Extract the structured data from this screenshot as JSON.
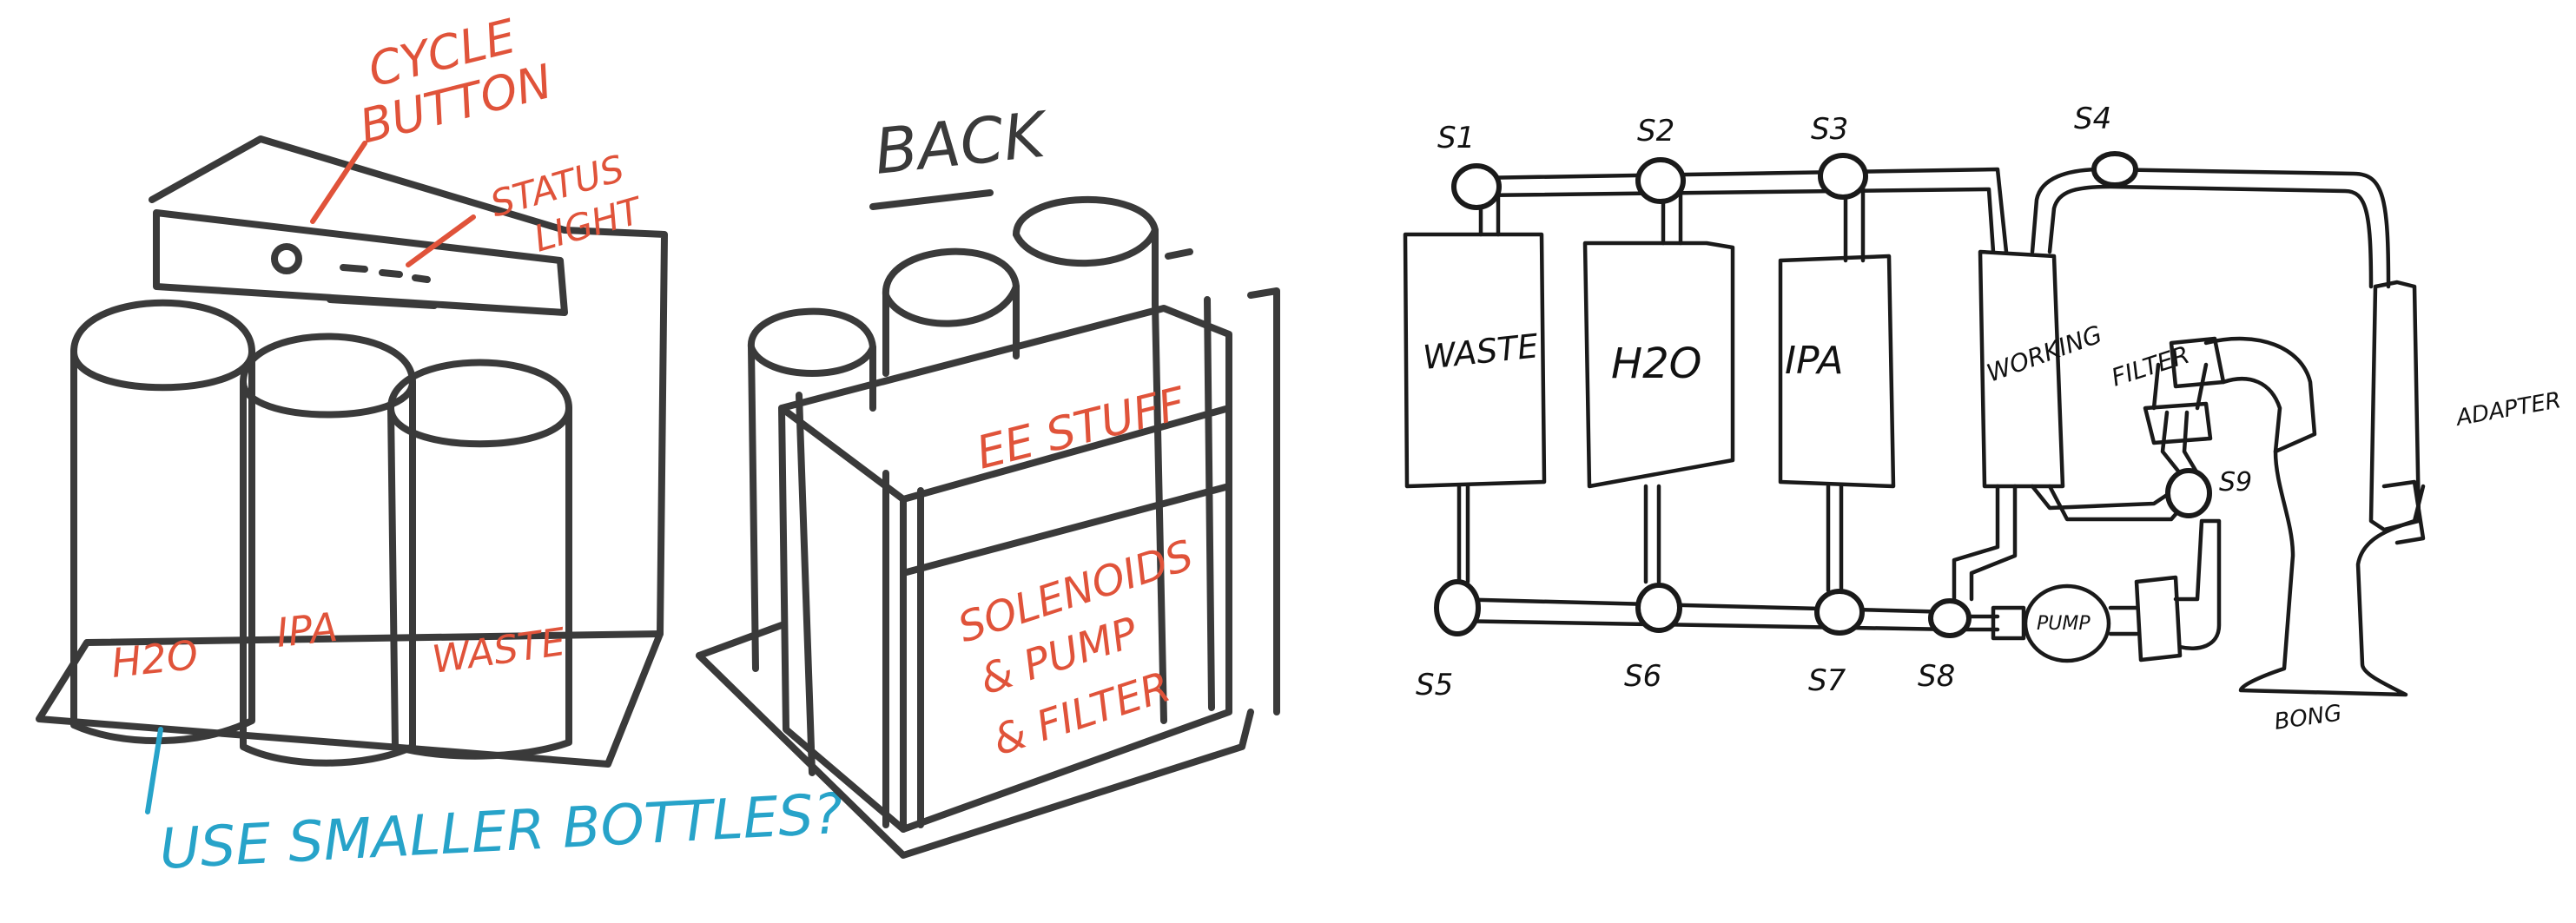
{
  "colors": {
    "sketch_ink": "#3a3a3a",
    "schematic_ink": "#1a1a1a",
    "annotation_red": "#e0533a",
    "annotation_blue": "#27a3c9",
    "background": "#ffffff"
  },
  "front_sketch": {
    "cycle_button_label_1": "CYCLE",
    "cycle_button_label_2": "BUTTON",
    "status_light_label_1": "STATUS",
    "status_light_label_2": "LIGHT",
    "bottle_labels": [
      "H2O",
      "IPA",
      "WASTE"
    ],
    "note": "USE SMALLER BOTTLES?"
  },
  "back_sketch": {
    "title": "BACK",
    "upper_compartment": "EE STUFF",
    "lower_compartment_1": "SOLENOIDS",
    "lower_compartment_2": "& PUMP",
    "lower_compartment_3": "& FILTER"
  },
  "schematic": {
    "tanks": [
      {
        "label": "WASTE"
      },
      {
        "label": "H2O"
      },
      {
        "label": "IPA"
      },
      {
        "label": "WORKING"
      }
    ],
    "top_valves": [
      "S1",
      "S2",
      "S3",
      "S4"
    ],
    "bottom_valves": [
      "S5",
      "S6",
      "S7",
      "S8"
    ],
    "valve_s9": "S9",
    "pump": "PUMP",
    "filter": "FILTER",
    "adapter": "ADAPTER",
    "bong": "BONG"
  }
}
